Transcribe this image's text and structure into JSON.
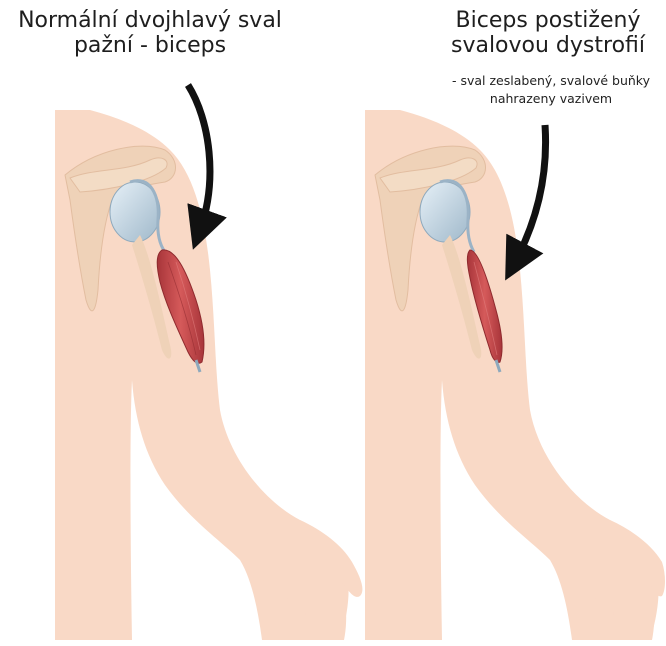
{
  "left_panel": {
    "title_line1": "Normální dvojhlavý sval",
    "title_line2": "pažní - biceps"
  },
  "right_panel": {
    "title_line1": "Biceps postižený",
    "title_line2": "svalovou dystrofií",
    "note_line1": "- sval zeslabený, svalové buňky",
    "note_line2": "nahrazeny vazivem"
  },
  "colors": {
    "skin": "#f9d9c6",
    "skin_shadow": "#f0c6ae",
    "bone": "#efd2b8",
    "cartilage": "#cfe0ec",
    "muscle": "#c94b4d",
    "muscle_dark": "#a8353a",
    "arrow": "#111111"
  }
}
